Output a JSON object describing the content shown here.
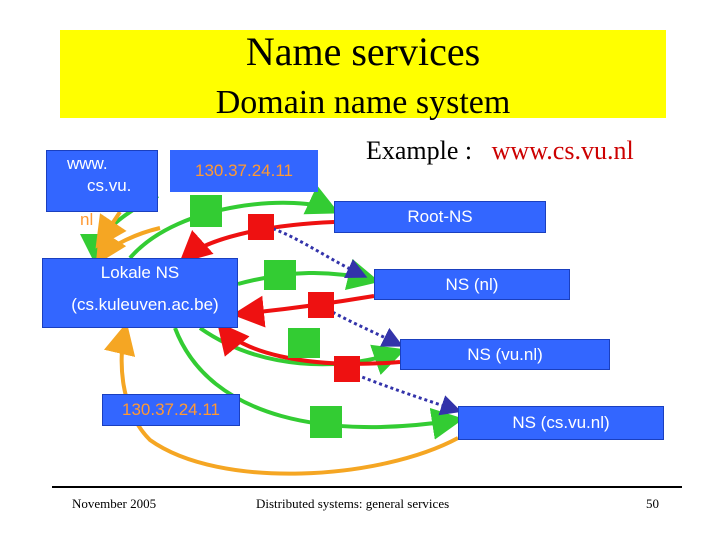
{
  "slide": {
    "title": "Name services",
    "subtitle": "Domain name system",
    "example_label": "Example :",
    "example_url": "www.cs.vu.nl"
  },
  "boxes": {
    "query_url_line1": "www.",
    "query_url_line2": "cs.vu.",
    "query_url_line3": "nl",
    "answer_ip_top": "130.37.24.11",
    "root_ns": "Root-NS",
    "local_ns_line1": "Lokale NS",
    "local_ns_line2": "(cs.kuleuven.ac.be)",
    "ns_nl": "NS (nl)",
    "ns_vu_nl": "NS (vu.nl)",
    "answer_ip_bottom": "130.37.24.11",
    "ns_cs_vu_nl": "NS (cs.vu.nl)"
  },
  "footer": {
    "date": "November 2005",
    "course": "Distributed systems: general services",
    "page": "50"
  },
  "colors": {
    "header_bg": "#ffff00",
    "box_bg": "#3366ff",
    "request_arrow": "#33cc33",
    "referral_arrow": "#ee1111",
    "answer_arrow": "#f5a623",
    "dotted_arrow": "#3333aa"
  }
}
